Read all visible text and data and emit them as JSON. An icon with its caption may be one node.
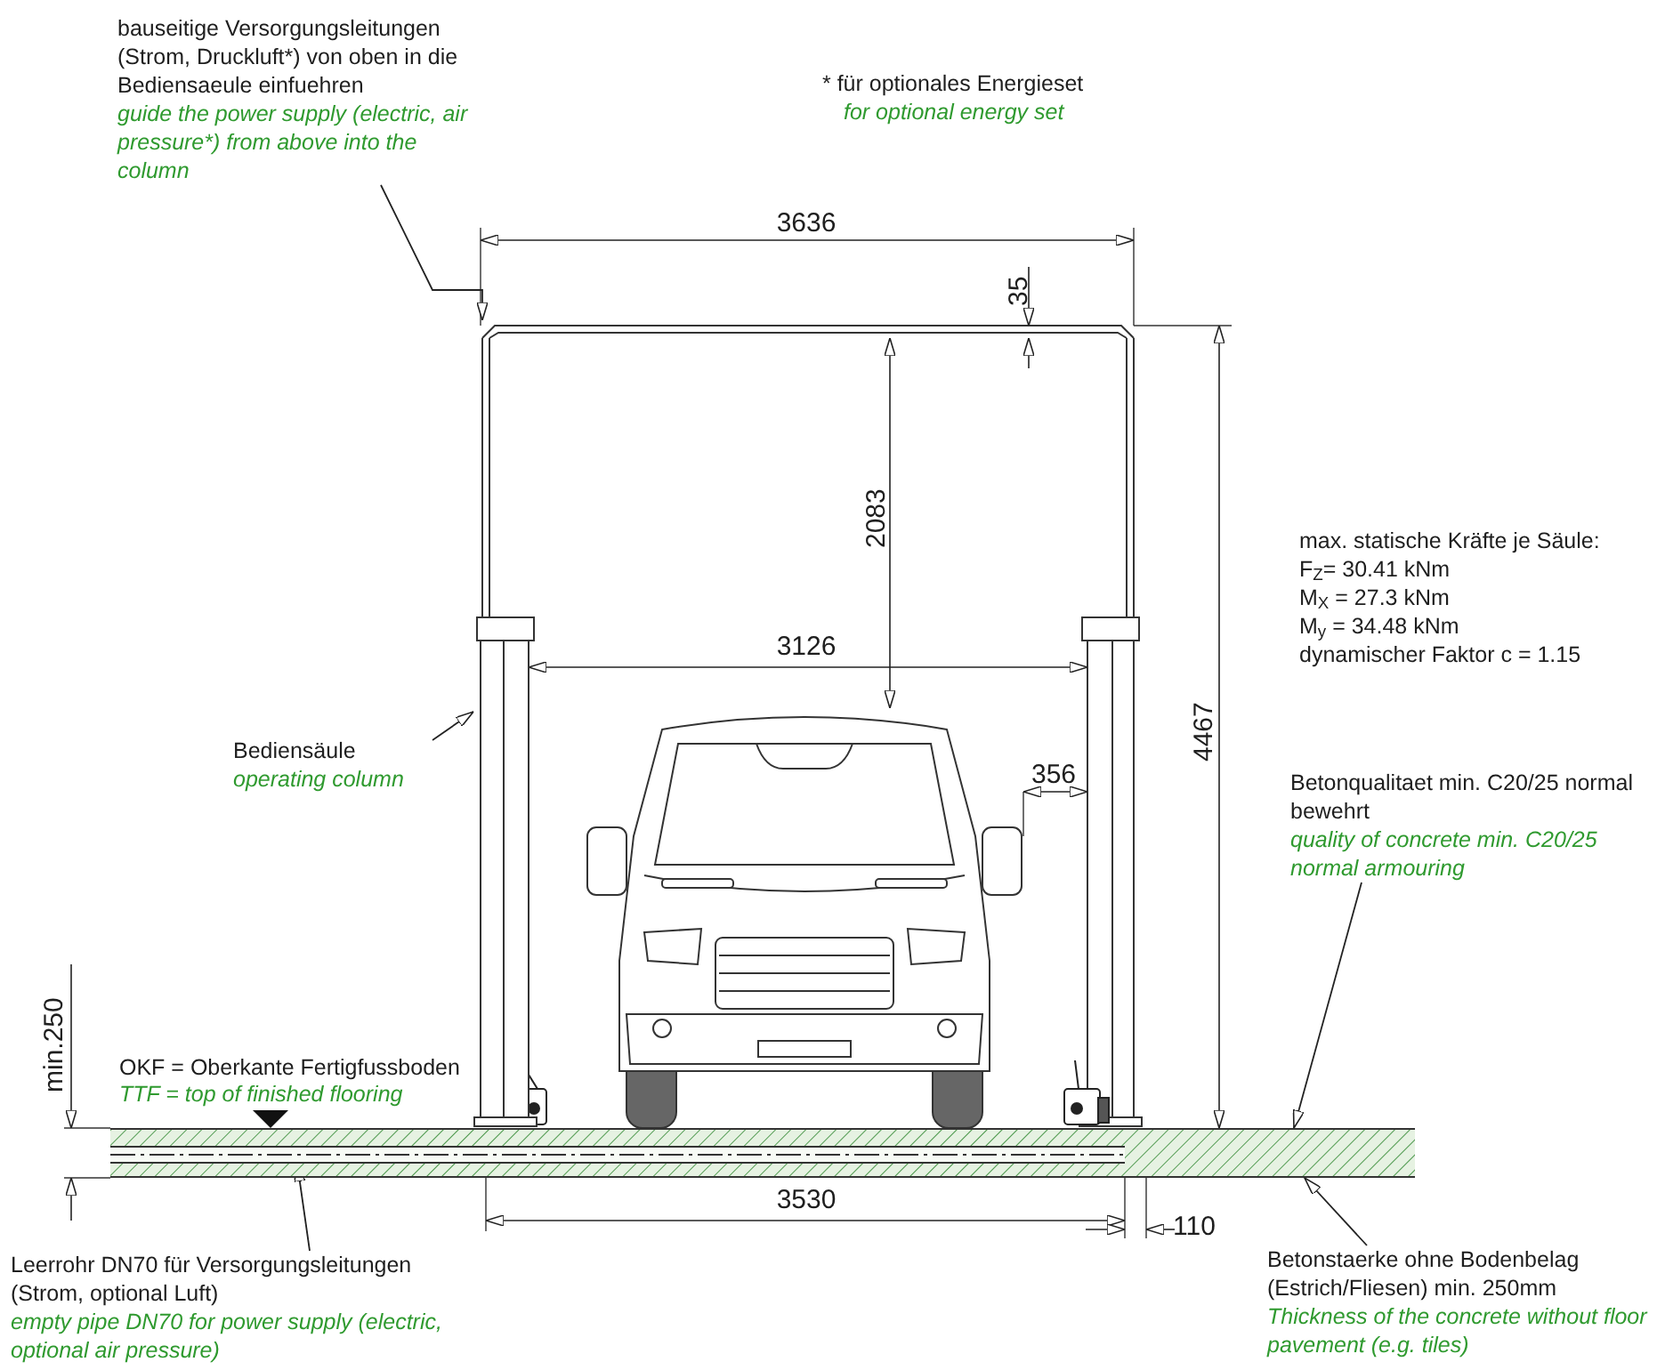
{
  "diagram": {
    "nodes": [
      {
        "text": [
          "bauseitige Versorgungsleitungen (Strom, Druckluft*) von oben in die Bediensaeule einfuehren",
          "guide the power supply (electric, air pressure*) from above into the column"
        ]
      },
      {
        "text": [],
        "shape": "picture"
      },
      {
        "text": [
          "Bediensäule",
          "operating column"
        ]
      },
      {
        "text": [
          "Betonqualitaet min. C20/25 normal bewehrt",
          "quality of concrete min. C20/25 normal armouring"
        ]
      },
      {
        "text": [],
        "shape": "bar"
      },
      {
        "text": [],
        "shape": "pipe",
        "in": 4
      },
      {
        "text": [
          "Leerrohr DN70 für Versorgungsleitungen (Strom, optional Luft)",
          "empty pipe DN70 for power supply (electric, optional air pressure)"
        ]
      },
      {
        "text": [
          "Betonstaerke ohne Bodenbelag (Estrich/Fliesen) min. 250mm",
          "Thickness of the concrete without floor pavement (e.g. tiles)"
        ]
      }
    ],
    "edges": [
      {
        "from": 0,
        "to": 1,
        "arrow": "to"
      },
      {
        "from": 2,
        "to": 1,
        "arrow": "to"
      },
      {
        "from": 3,
        "to": 4,
        "arrow": "to"
      },
      {
        "from": 6,
        "to": 5,
        "arrow": "to"
      },
      {
        "from": 7,
        "to": 4,
        "arrow": "to"
      }
    ],
    "labels": [
      "* für optionales Energieset",
      "for optional energy set",
      "3636",
      "35",
      "2083",
      "3126",
      "max. statische Kräfte je Säule:",
      "F$_{Z}$= 30.41 kNm",
      "M$_{X}$ = 27.3 kNm",
      "M$_{y}$ = 34.48 kNm",
      "dynamischer Faktor c = 1.15",
      "356",
      "4467",
      "min.250",
      "OKF = Oberkante Fertigfussboden",
      "TTF = top of finished flooring",
      "3530",
      "110"
    ]
  }
}
